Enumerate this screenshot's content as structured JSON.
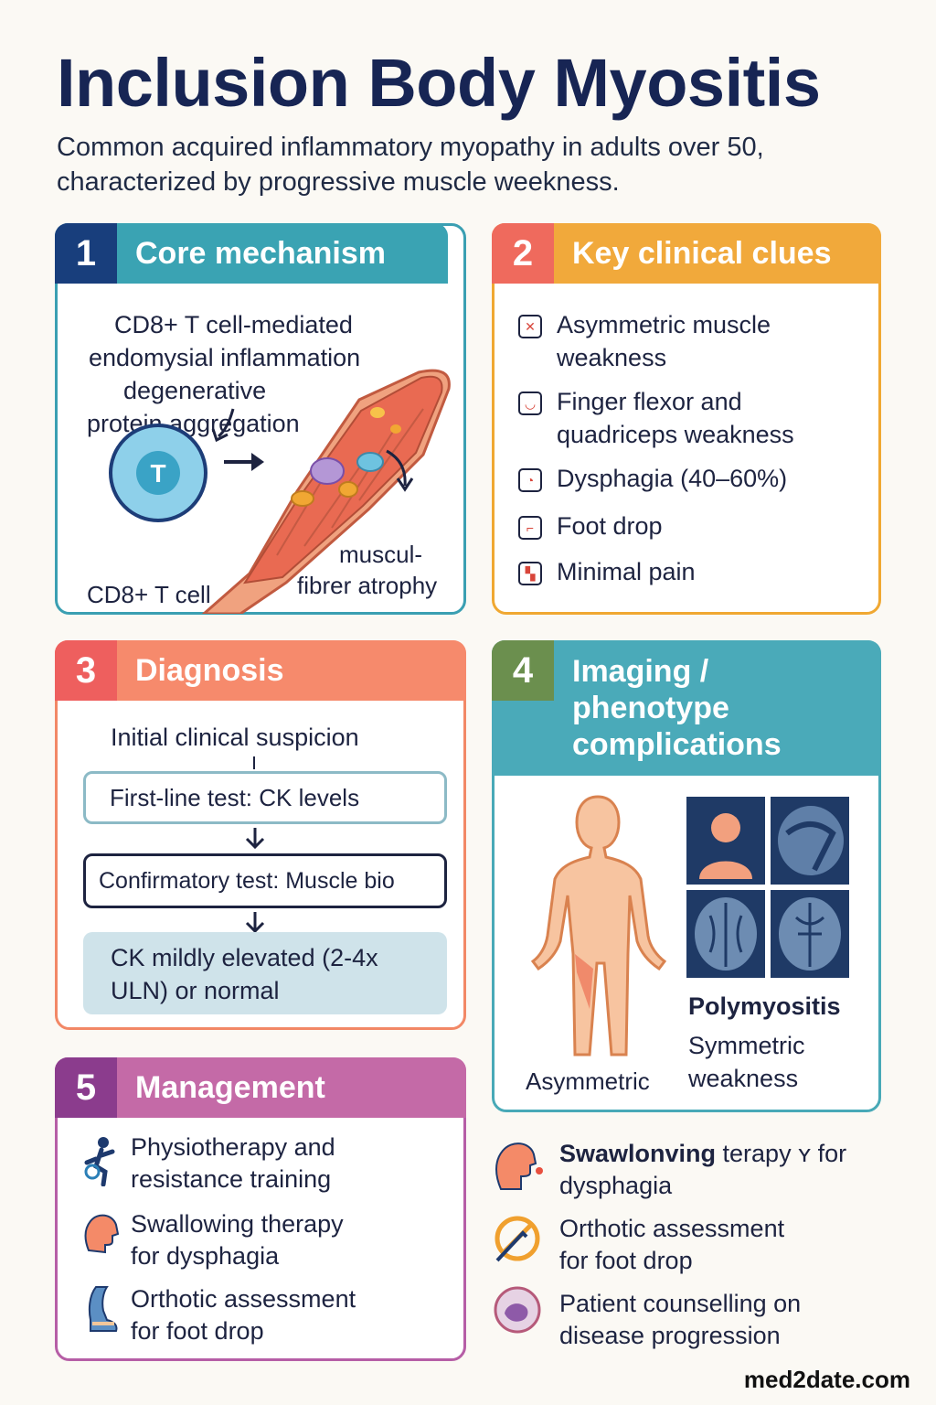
{
  "title": "Inclusion Body Myositis",
  "subtitle_line1": "Common acquired inflammatory myopathy in adults over 50,",
  "subtitle_line2": "characterized by progressive muscle weekness.",
  "panel1": {
    "number": "1",
    "title": "Core mechanism",
    "text_lines": [
      "CD8+ T cell-mediated",
      "endomysial inflammation",
      "degenerative",
      "protein aggregation"
    ],
    "cell_letter": "T",
    "cell_label": "CD8+ T cell",
    "atrophy_line1": "muscul-",
    "atrophy_line2": "fibrer atrophy",
    "colors": {
      "header": "#3aa3b3",
      "number_bg": "#183e7c"
    }
  },
  "panel2": {
    "number": "2",
    "title": "Key clinical clues",
    "items": [
      {
        "line1": "Asymmetric muscle",
        "line2": "weakness",
        "icon": "cross-icon"
      },
      {
        "line1": "Finger flexor and",
        "line2": "quadriceps weakness",
        "icon": "finger-icon"
      },
      {
        "line1": "Dysphagia (40–60%)",
        "line2": "",
        "icon": "throat-icon"
      },
      {
        "line1": "Foot drop",
        "line2": "",
        "icon": "foot-icon"
      },
      {
        "line1": "Minimal pain",
        "line2": "",
        "icon": "pain-icon"
      }
    ]
  },
  "panel3": {
    "number": "3",
    "title": "Diagnosis",
    "suspicion": "Initial clinical suspicion",
    "step1": "First-line test: CK levels",
    "step2": "Confirmatory test: Muscle bio",
    "result_line1": "CK mildly elevated (2-4x",
    "result_line2": "ULN) or normal"
  },
  "panel4": {
    "number": "4",
    "title_line1": "Imaging /",
    "title_line2": "phenotype",
    "title_line3": "complications",
    "body_label": "Asymmetric",
    "poly_title": "Polymyositis",
    "poly_line1": "Symmetric",
    "poly_line2": "weakness"
  },
  "panel5": {
    "number": "5",
    "title": "Management",
    "items": [
      {
        "line1": "Physiotherapy and",
        "line2": "resistance training",
        "icon": "exercise-icon"
      },
      {
        "line1": "Swallowing therapy",
        "line2": "for dysphagia",
        "icon": "head-icon"
      },
      {
        "line1": "Orthotic assessment",
        "line2": "for foot drop",
        "icon": "orthotic-icon"
      }
    ]
  },
  "extra": {
    "item1_bold": "Swawlonving",
    "item1_rest": " terapy ʏ for",
    "item1_line2": "dysphagia",
    "item2_line1": "Orthotic assessment",
    "item2_line2": "for foot drop",
    "item3_line1": "Patient counselling on",
    "item3_line2": "disease progression"
  },
  "brand": "med2date.com"
}
